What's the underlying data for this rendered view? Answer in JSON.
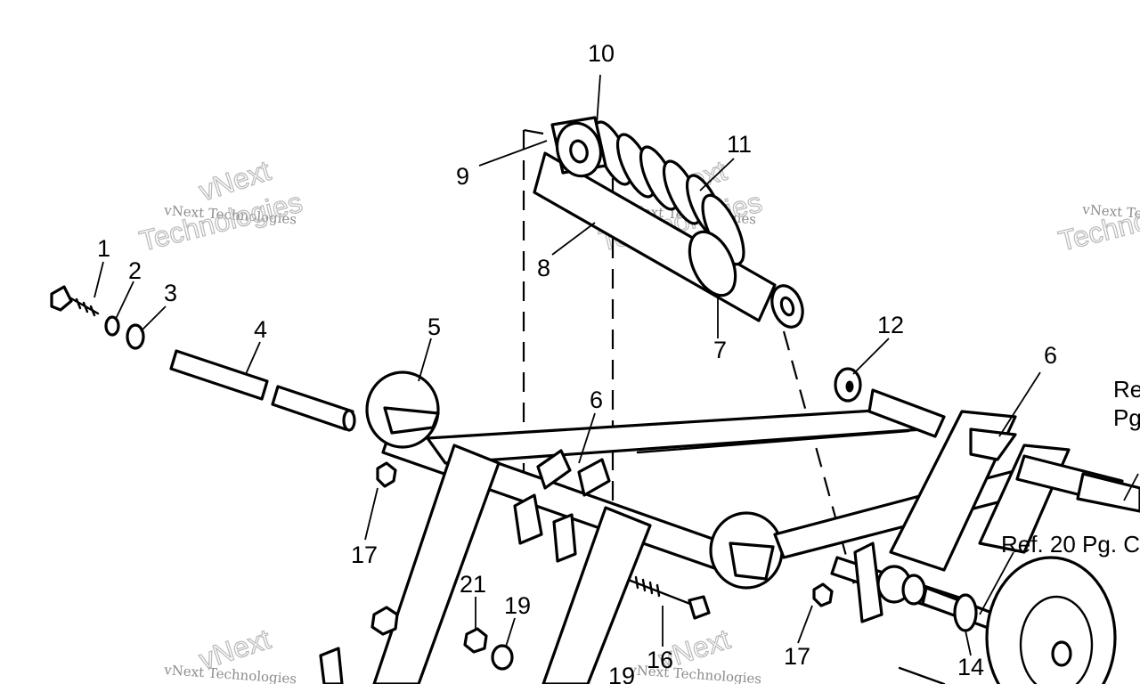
{
  "callouts": [
    "1",
    "2",
    "3",
    "4",
    "5",
    "6",
    "6",
    "7",
    "8",
    "9",
    "10",
    "11",
    "12",
    "14",
    "16",
    "17",
    "17",
    "19",
    "19",
    "21"
  ],
  "references": [
    "Re",
    "Pg",
    "Ref. 20 Pg. C"
  ],
  "watermark": {
    "line1": "vNext Technologies",
    "line2": "Technologies",
    "logo": "vNext"
  }
}
